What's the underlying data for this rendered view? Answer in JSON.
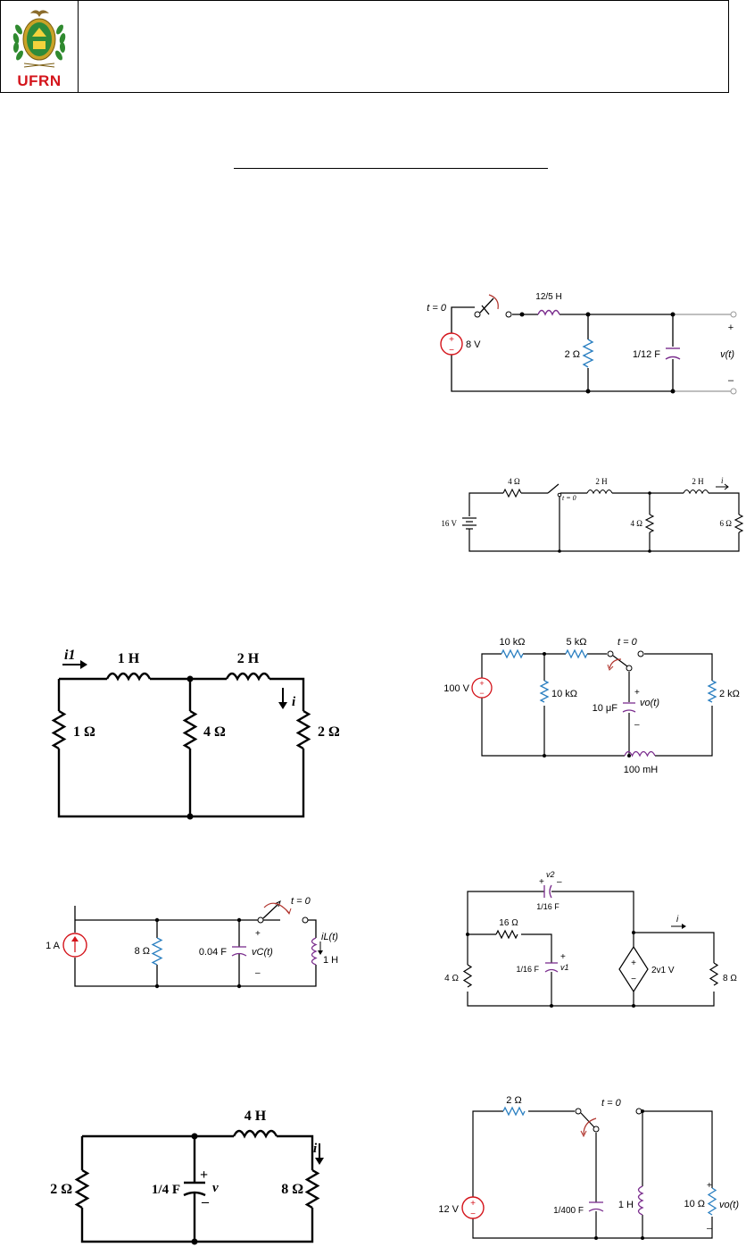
{
  "header": {
    "logo_text": "UFRN"
  },
  "circuits": {
    "c1": {
      "switch": "t = 0",
      "inductor": "12/5 H",
      "source": "8 V",
      "resistor": "2 Ω",
      "capacitor": "1/12 F",
      "plus": "+",
      "minus": "–",
      "output": "v(t)"
    },
    "c2": {
      "r1": "4 Ω",
      "switch": "t = 0",
      "l1": "2 H",
      "l2": "2 H",
      "current": "i",
      "source": "16 V",
      "r2": "4 Ω",
      "r3": "6 Ω"
    },
    "c3": {
      "current1": "i1",
      "l1": "1 H",
      "l2": "2 H",
      "current": "i",
      "r1": "1 Ω",
      "r2": "4 Ω",
      "r3": "2 Ω"
    },
    "c4": {
      "r1": "10 kΩ",
      "r2": "5 kΩ",
      "switch": "t = 0",
      "source": "100 V",
      "r3": "10 kΩ",
      "capacitor": "10 μF",
      "output": "vo(t)",
      "r4": "2 kΩ",
      "inductor": "100 mH",
      "plus": "+",
      "minus": "–"
    },
    "c5": {
      "switch": "t = 0",
      "source": "1 A",
      "resistor": "8 Ω",
      "capacitor": "0.04 F",
      "voltage": "vC(t)",
      "current": "iL(t)",
      "inductor": "1 H",
      "plus": "+",
      "minus": "–"
    },
    "c6": {
      "v2": "v2",
      "c1": "1/16 F",
      "r1": "16 Ω",
      "current": "i",
      "r2": "4 Ω",
      "c2": "1/16 F",
      "v1": "v1",
      "dep": "2v1 V",
      "r3": "8 Ω",
      "plus": "+",
      "minus": "–"
    },
    "c7": {
      "inductor": "4 H",
      "current": "i",
      "r1": "2 Ω",
      "capacitor": "1/4 F",
      "voltage": "v",
      "r2": "8 Ω",
      "plus": "+",
      "minus": "–"
    },
    "c8": {
      "resistor": "2 Ω",
      "switch": "t = 0",
      "source": "12 V",
      "capacitor": "1/400 F",
      "inductor": "1 H",
      "r2": "10 Ω",
      "output": "vo(t)",
      "plus": "+",
      "minus": "–"
    }
  }
}
